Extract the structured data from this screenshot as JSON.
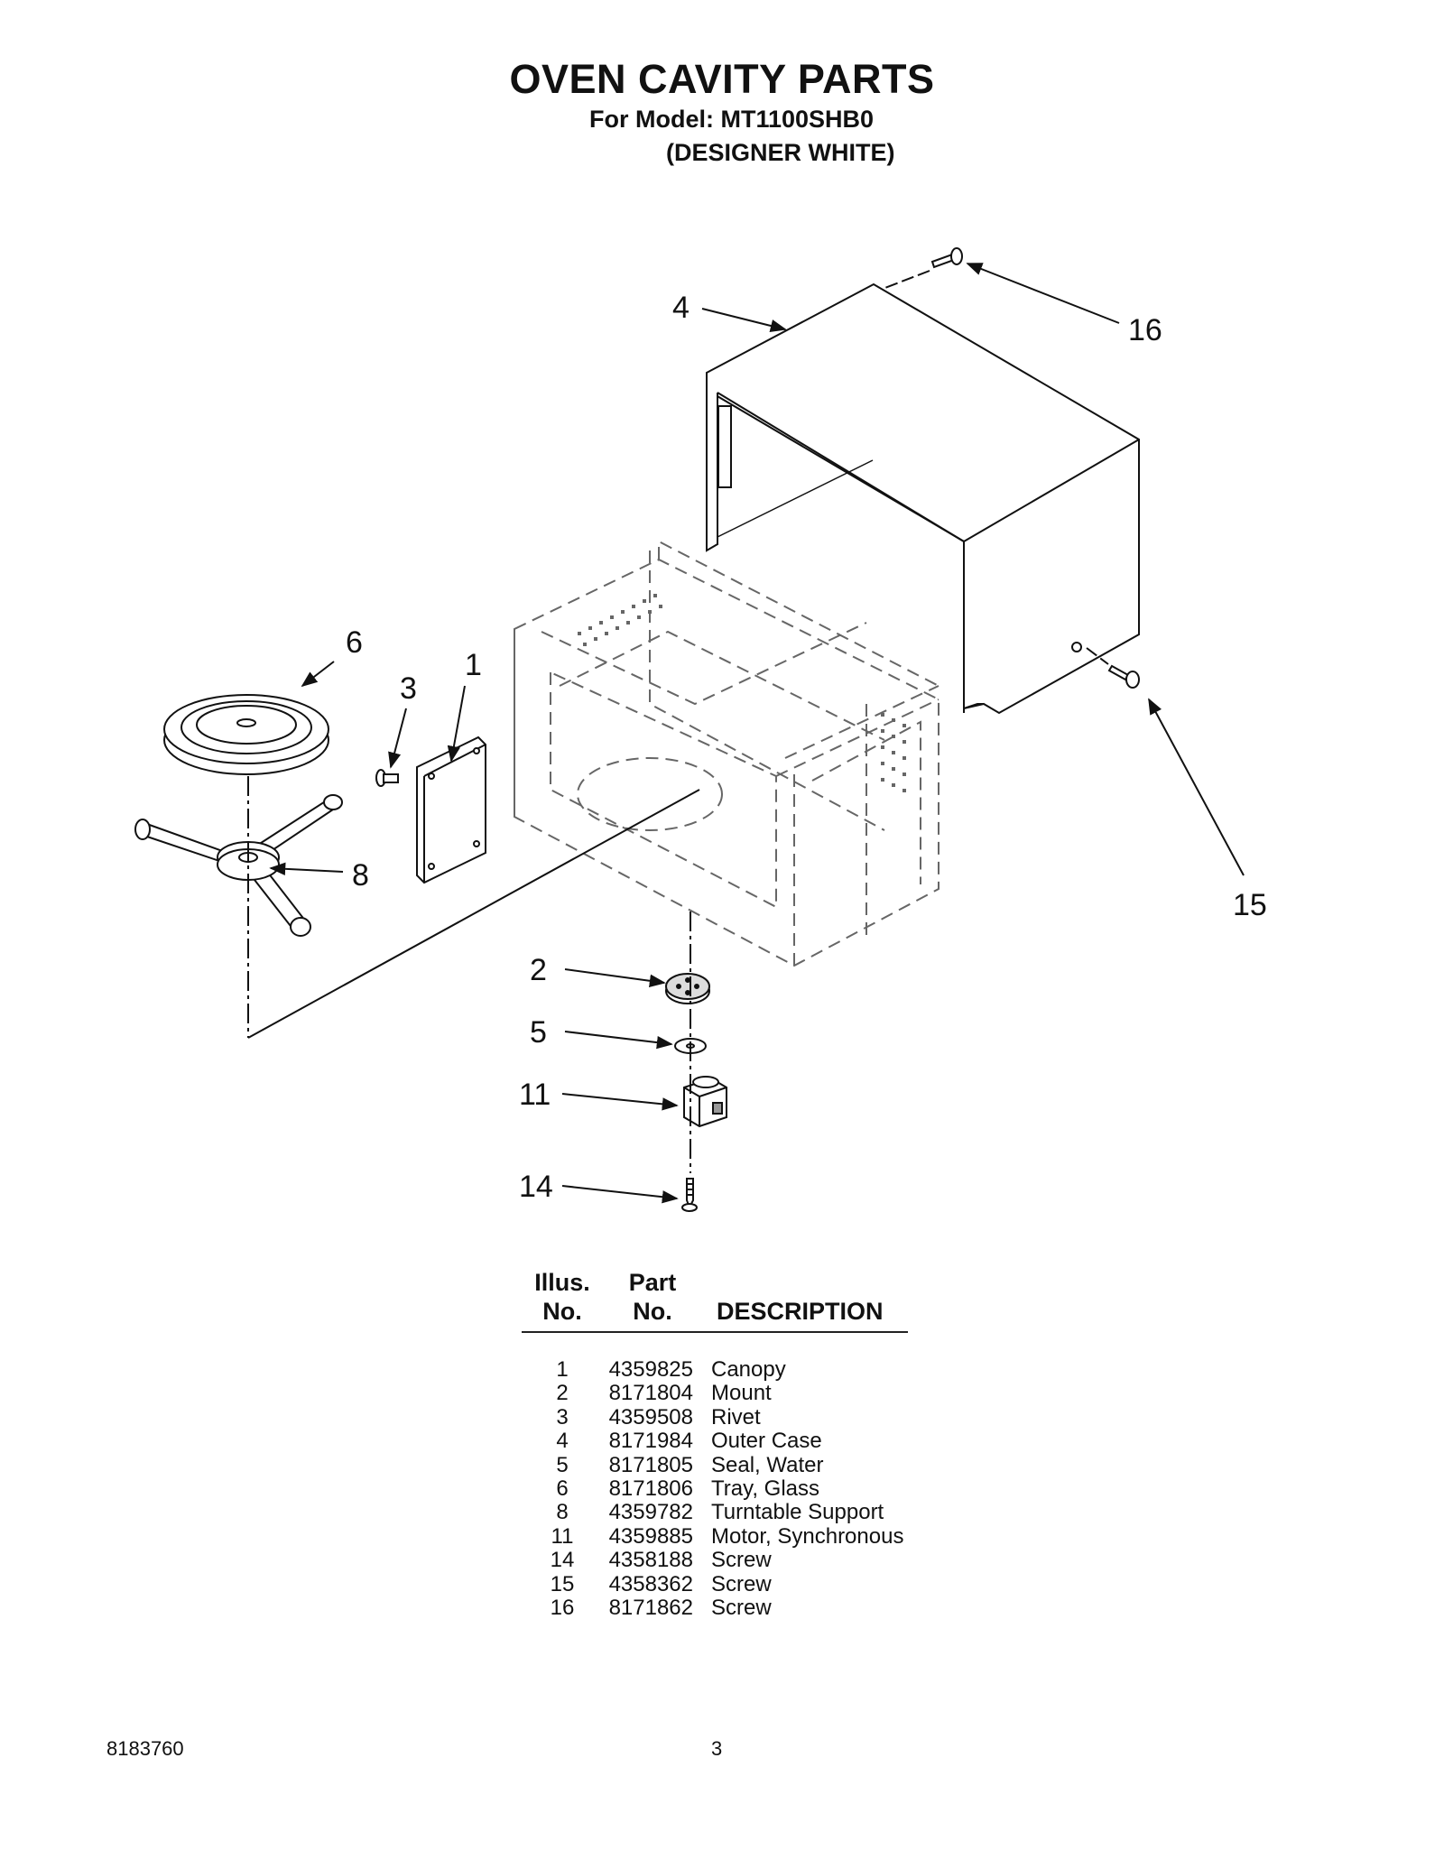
{
  "header": {
    "title": "OVEN CAVITY PARTS",
    "model_line": "For Model: MT1100SHB0",
    "color_line": "(DESIGNER WHITE)"
  },
  "diagram": {
    "callouts": [
      "4",
      "16",
      "6",
      "1",
      "3",
      "8",
      "15",
      "2",
      "5",
      "11",
      "14"
    ]
  },
  "parts_table": {
    "headers": {
      "illus_top": "Illus.",
      "illus_bottom": "No.",
      "part_top": "Part",
      "part_bottom": "No.",
      "description": "DESCRIPTION"
    },
    "rows": [
      {
        "illus": "1",
        "part": "4359825",
        "description": "Canopy"
      },
      {
        "illus": "2",
        "part": "8171804",
        "description": "Mount"
      },
      {
        "illus": "3",
        "part": "4359508",
        "description": "Rivet"
      },
      {
        "illus": "4",
        "part": "8171984",
        "description": "Outer Case"
      },
      {
        "illus": "5",
        "part": "8171805",
        "description": "Seal, Water"
      },
      {
        "illus": "6",
        "part": "8171806",
        "description": "Tray, Glass"
      },
      {
        "illus": "8",
        "part": "4359782",
        "description": "Turntable Support"
      },
      {
        "illus": "11",
        "part": "4359885",
        "description": "Motor, Synchronous"
      },
      {
        "illus": "14",
        "part": "4358188",
        "description": "Screw"
      },
      {
        "illus": "15",
        "part": "4358362",
        "description": "Screw"
      },
      {
        "illus": "16",
        "part": "8171862",
        "description": "Screw"
      }
    ]
  },
  "footer": {
    "doc_number": "8183760",
    "page_number": "3"
  }
}
